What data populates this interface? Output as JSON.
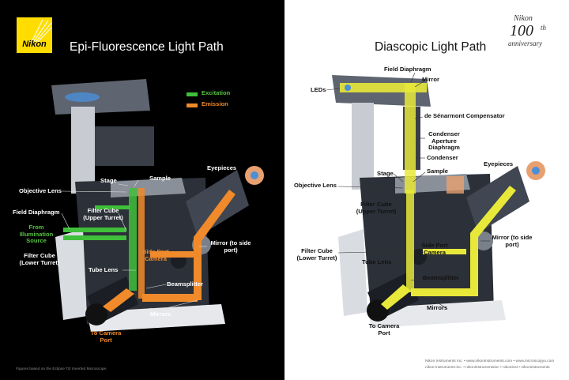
{
  "left": {
    "logo_text": "Nikon",
    "title": "Epi-Fluorescence Light Path",
    "legend": {
      "excitation": "Excitation",
      "emission": "Emission"
    },
    "labels": {
      "stage": "Stage",
      "sample": "Sample",
      "eyepieces": "Eyepieces",
      "objective_lens": "Objective Lens",
      "field_diaphragm": "Field Diaphragm",
      "from_illumination_source": "From Illumination Source",
      "filter_cube_upper": "Filter Cube (Upper Turret)",
      "filter_cube_lower": "Filter Cube (Lower Turret)",
      "side_port_camera": "Side Port Camera",
      "mirror_side_port": "Mirror (to side port)",
      "tube_lens": "Tube Lens",
      "beamsplitter": "Beamsplitter",
      "mirrors": "Mirrors",
      "to_camera_port": "To Camera Port"
    },
    "footnote": "Figures based on the Eclipse Ti2 Inverted Microscope."
  },
  "right": {
    "title": "Diascopic Light Path",
    "anniversary": {
      "brand": "Nikon",
      "number": "100",
      "suffix": "th",
      "word": "anniversary"
    },
    "labels": {
      "field_diaphragm": "Field Diaphragm",
      "mirror": "Mirror",
      "leds": "LEDs",
      "de_senarmont": "de Sénarmont Compensator",
      "condenser_aperture_diaphragm": "Condenser Aperture Diaphragm",
      "condenser": "Condenser",
      "stage": "Stage",
      "sample": "Sample",
      "eyepieces": "Eyepieces",
      "objective_lens": "Objective Lens",
      "filter_cube_upper": "Filter Cube (Upper Turret)",
      "side_port_camera": "Side Port Camera",
      "mirror_side_port": "Mirror (to side port)",
      "filter_cube_lower": "Filter Cube (Lower Turret)",
      "tube_lens": "Tube Lens",
      "beamsplitter": "Beamsplitter",
      "mirrors": "Mirrors",
      "to_camera_port": "To Camera Port"
    },
    "footer": {
      "line1": "Nikon Instruments Inc.  •  www.nikoninstruments.com  •  www.microscopyu.com",
      "line2": "nikon-instruments-inc.  •  nikoninstrumentsinc  •  nikoninst  •  nikoninstruments"
    }
  },
  "colors": {
    "excitation": "#3fbf3a",
    "emission": "#f08a2a",
    "diascopic": "#e8e83a",
    "left_bg": "#000000",
    "right_bg": "#ffffff",
    "logo": "#ffdd00"
  }
}
